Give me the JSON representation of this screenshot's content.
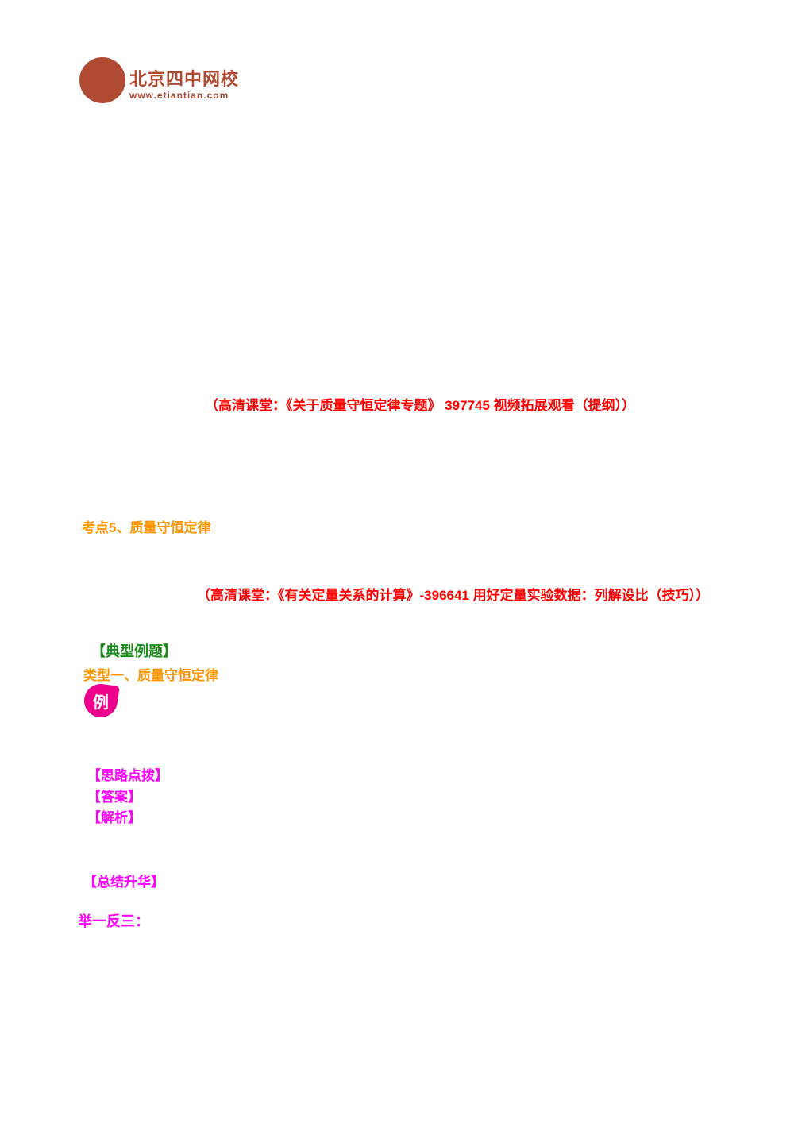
{
  "page": {
    "background_color": "#ffffff",
    "kind": "lesson-document"
  },
  "logo": {
    "circle_color": "#b14a33",
    "school_name": "北京四中网校",
    "website": "www.etiantian.com"
  },
  "colors": {
    "video_reference_red": "#ff0000",
    "exam_point_orange": "#ff9500",
    "section_green": "#1e8a1e",
    "label_magenta": "#ff00ff",
    "badge_pink": "#ec008c",
    "logo_brick": "#b14a33"
  },
  "content": {
    "video_reference_1": "（高清课堂：《关于质量守恒定律专题》 397745 视频拓展观看（提纲））",
    "exam_point": "考点5、质量守恒定律",
    "video_reference_2": "（高清课堂：《有关定量关系的计算》-396641 用好定量实验数据：列解设比（技巧））",
    "example_section_heading": "【典型例题】",
    "type_heading": "类型一、质量守恒定律",
    "example_badge_glyph": "例",
    "labels": {
      "hint": "【思路点拨】",
      "answer": "【答案】",
      "analysis": "【解析】",
      "summary": "【总结升华】",
      "extension": "举一反三："
    }
  }
}
